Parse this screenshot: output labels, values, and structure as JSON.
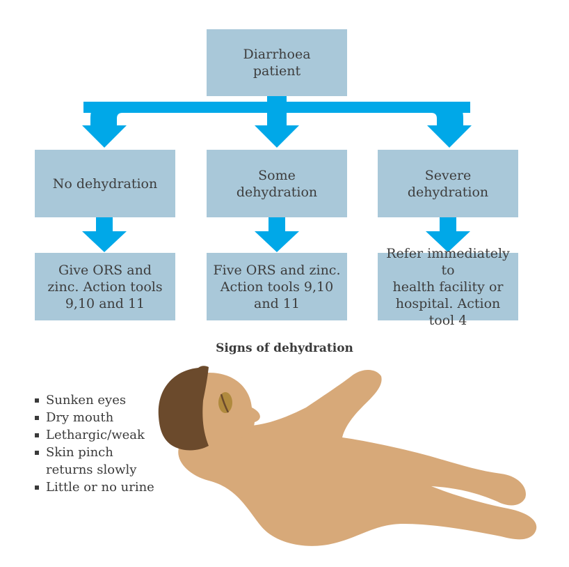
{
  "colors": {
    "box": "#a9c8d9",
    "arrow": "#00a8e8",
    "skin": "#d7a979",
    "hair": "#6b4a2c"
  },
  "root": {
    "label": "Diarrhoea\npatient"
  },
  "levels": [
    {
      "label": "No dehydration",
      "action": "Give ORS and\nzinc. Action tools\n9,10 and 11"
    },
    {
      "label": "Some\ndehydration",
      "action": "Five ORS and zinc.\nAction tools 9,10\nand 11"
    },
    {
      "label": "Severe\ndehydration",
      "action": "Refer immediately to\nhealth facility or\nhospital. Action tool 4"
    }
  ],
  "signs": {
    "title": "Signs of dehydration",
    "items": [
      "Sunken eyes",
      "Dry mouth",
      "Lethargic/weak",
      "Skin pinch\nreturns slowly",
      "Little or no urine"
    ]
  }
}
